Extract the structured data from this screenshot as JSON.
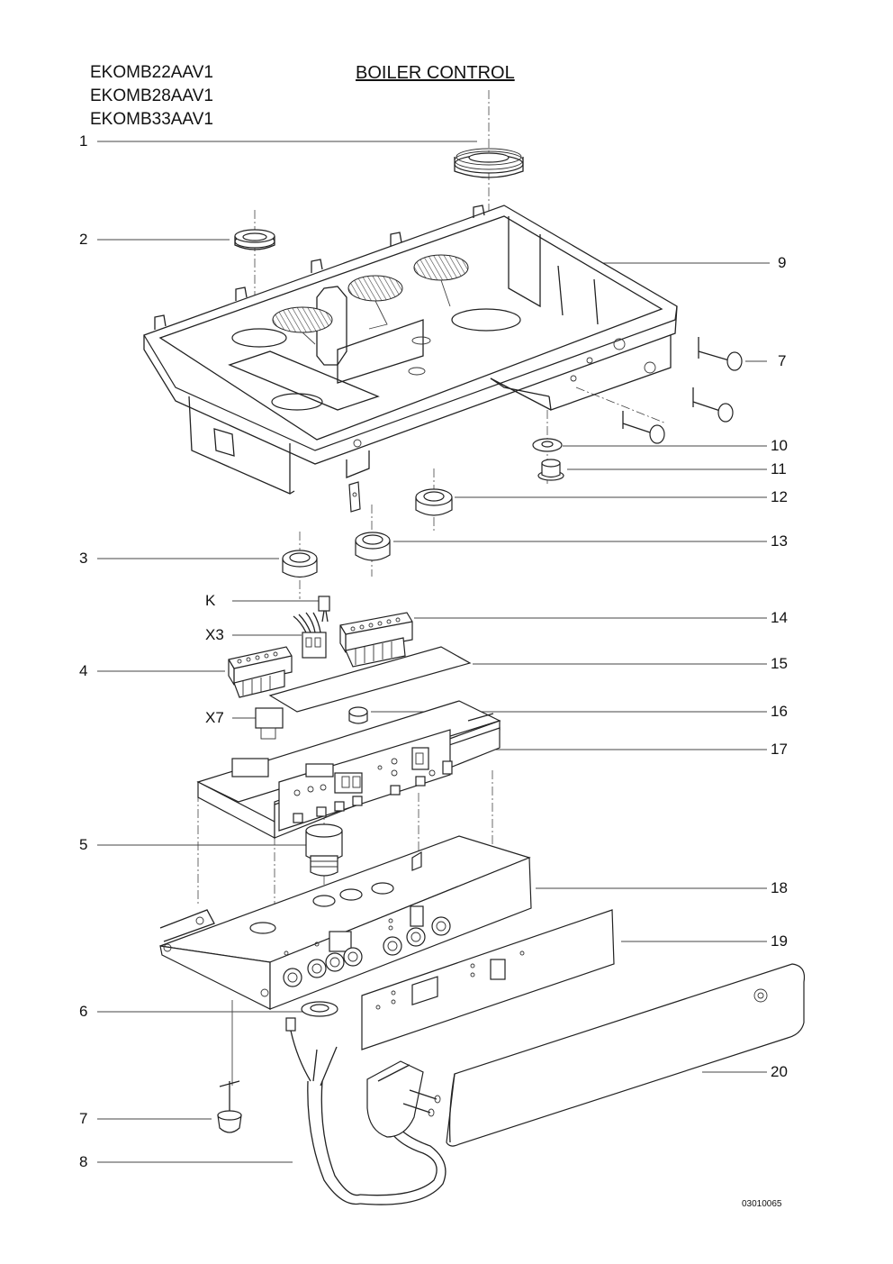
{
  "header": {
    "models": [
      "EKOMB22AAV1",
      "EKOMB28AAV1",
      "EKOMB33AAV1"
    ],
    "title": "BOILER CONTROL"
  },
  "left_labels": [
    "1",
    "2",
    "3",
    "K",
    "X3",
    "4",
    "X7",
    "5",
    "6",
    "7",
    "8"
  ],
  "right_labels": [
    "9",
    "7",
    "10",
    "11",
    "12",
    "13",
    "14",
    "15",
    "16",
    "17",
    "18",
    "19",
    "20"
  ],
  "drawing_code": "03010065"
}
